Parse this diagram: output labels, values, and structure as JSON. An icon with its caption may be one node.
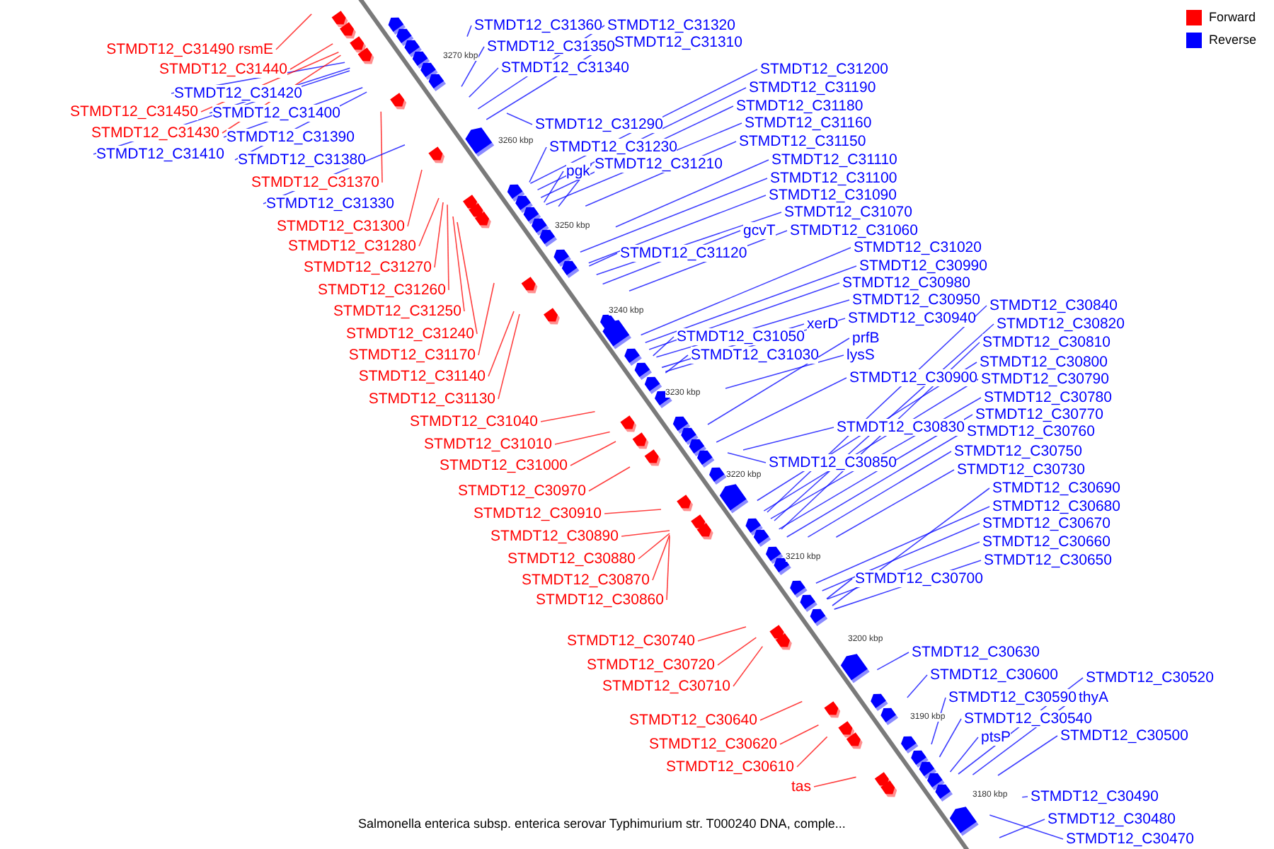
{
  "diagram": {
    "caption": "Salmonella enterica subsp. enterica serovar Typhimurium str. T000240 DNA, comple...",
    "nodes": [
      {
        "text": [
          "STMDT12_C31360"
        ]
      },
      {
        "text": [
          "STMDT12_C31320"
        ]
      },
      {
        "text": [
          "STMDT12_C31350"
        ]
      },
      {
        "text": [
          "STMDT12_C31310"
        ]
      },
      {
        "text": [
          "STMDT12_C31490 rsmE"
        ]
      },
      {
        "text": [
          "STMDT12_C31440"
        ]
      },
      {
        "text": [
          "STMDT12_C31340"
        ]
      },
      {
        "text": [
          "STMDT12_C31200"
        ]
      },
      {
        "text": [
          "STMDT12_C31190"
        ]
      },
      {
        "text": [
          "STMDT12_C31420"
        ]
      },
      {
        "text": [
          "STMDT12_C31180"
        ]
      },
      {
        "text": [
          "STMDT12_C31450"
        ]
      },
      {
        "text": [
          "STMDT12_C31400"
        ]
      },
      {
        "text": [
          "STMDT12_C31290"
        ]
      },
      {
        "text": [
          "STMDT12_C31160"
        ]
      },
      {
        "text": [
          "STMDT12_C31430"
        ]
      },
      {
        "text": [
          "STMDT12_C31390"
        ]
      },
      {
        "text": [
          "STMDT12_C31150"
        ]
      },
      {
        "text": [
          "STMDT12_C31230"
        ]
      },
      {
        "text": [
          "STMDT12_C31410"
        ]
      },
      {
        "text": [
          "STMDT12_C31380"
        ]
      },
      {
        "text": [
          "STMDT12_C31110"
        ]
      },
      {
        "text": [
          "STMDT12_C31210"
        ]
      },
      {
        "text": [
          "pgk"
        ]
      },
      {
        "text": [
          "STMDT12_C31100"
        ]
      },
      {
        "text": [
          "STMDT12_C31370"
        ]
      },
      {
        "text": [
          "STMDT12_C31090"
        ]
      },
      {
        "text": [
          "STMDT12_C31330"
        ]
      },
      {
        "text": [
          "STMDT12_C31070"
        ]
      },
      {
        "text": [
          "STMDT12_C31300"
        ]
      },
      {
        "text": [
          "gcvT"
        ]
      },
      {
        "text": [
          "STMDT12_C31060"
        ]
      },
      {
        "text": [
          "STMDT12_C31280"
        ]
      },
      {
        "text": [
          "STMDT12_C31020"
        ]
      },
      {
        "text": [
          "STMDT12_C31120"
        ]
      },
      {
        "text": [
          "STMDT12_C30990"
        ]
      },
      {
        "text": [
          "STMDT12_C31270"
        ]
      },
      {
        "text": [
          "STMDT12_C30980"
        ]
      },
      {
        "text": [
          "STMDT12_C31260"
        ]
      },
      {
        "text": [
          "STMDT12_C30950"
        ]
      },
      {
        "text": [
          "STMDT12_C30840"
        ]
      },
      {
        "text": [
          "STMDT12_C31250"
        ]
      },
      {
        "text": [
          "STMDT12_C30940"
        ]
      },
      {
        "text": [
          "xerD"
        ]
      },
      {
        "text": [
          "STMDT12_C30820"
        ]
      },
      {
        "text": [
          "STMDT12_C31240"
        ]
      },
      {
        "text": [
          "STMDT12_C31050"
        ]
      },
      {
        "text": [
          "prfB"
        ]
      },
      {
        "text": [
          "STMDT12_C30810"
        ]
      },
      {
        "text": [
          "STMDT12_C31170"
        ]
      },
      {
        "text": [
          "STMDT12_C31030"
        ]
      },
      {
        "text": [
          "lysS"
        ]
      },
      {
        "text": [
          "STMDT12_C30800"
        ]
      },
      {
        "text": [
          "STMDT12_C31140"
        ]
      },
      {
        "text": [
          "STMDT12_C30900"
        ]
      },
      {
        "text": [
          "STMDT12_C30790"
        ]
      },
      {
        "text": [
          "STMDT12_C30780"
        ]
      },
      {
        "text": [
          "STMDT12_C31130"
        ]
      },
      {
        "text": [
          "STMDT12_C30770"
        ]
      },
      {
        "text": [
          "STMDT12_C31040"
        ]
      },
      {
        "text": [
          "STMDT12_C30830"
        ]
      },
      {
        "text": [
          "STMDT12_C30760"
        ]
      },
      {
        "text": [
          "STMDT12_C31010"
        ]
      },
      {
        "text": [
          "STMDT12_C30750"
        ]
      },
      {
        "text": [
          "STMDT12_C30850"
        ]
      },
      {
        "text": [
          "STMDT12_C31000"
        ]
      },
      {
        "text": [
          "STMDT12_C30730"
        ]
      },
      {
        "text": [
          "STMDT12_C30690"
        ]
      },
      {
        "text": [
          "STMDT12_C30970"
        ]
      },
      {
        "text": [
          "STMDT12_C30680"
        ]
      },
      {
        "text": [
          "STMDT12_C30910"
        ]
      },
      {
        "text": [
          "STMDT12_C30670"
        ]
      },
      {
        "text": [
          "STMDT12_C30890"
        ]
      },
      {
        "text": [
          "STMDT12_C30660"
        ]
      },
      {
        "text": [
          "STMDT12_C30880"
        ]
      },
      {
        "text": [
          "STMDT12_C30650"
        ]
      },
      {
        "text": [
          "STMDT12_C30700"
        ]
      },
      {
        "text": [
          "STMDT12_C30870"
        ]
      },
      {
        "text": [
          "STMDT12_C30860"
        ]
      },
      {
        "text": [
          "STMDT12_C30740"
        ]
      },
      {
        "text": [
          "STMDT12_C30630"
        ]
      },
      {
        "text": [
          "STMDT12_C30720"
        ]
      },
      {
        "text": [
          "STMDT12_C30600"
        ]
      },
      {
        "text": [
          "STMDT12_C30520"
        ]
      },
      {
        "text": [
          "STMDT12_C30710"
        ]
      },
      {
        "text": [
          "STMDT12_C30590"
        ]
      },
      {
        "text": [
          "thyA"
        ]
      },
      {
        "text": [
          "STMDT12_C30540"
        ]
      },
      {
        "text": [
          "STMDT12_C30640"
        ]
      },
      {
        "text": [
          "ptsP"
        ]
      },
      {
        "text": [
          "STMDT12_C30500"
        ]
      },
      {
        "text": [
          "STMDT12_C30620"
        ]
      },
      {
        "text": [
          "STMDT12_C30610"
        ]
      },
      {
        "text": [
          "tas"
        ]
      },
      {
        "text": [
          "STMDT12_C30490"
        ]
      },
      {
        "text": [
          "STMDT12_C30480"
        ]
      },
      {
        "text": [
          "STMDT12_C30470"
        ]
      }
    ],
    "edges": [
      {
        "from": 0,
        "to": null,
        "arrow": "none"
      },
      {
        "from": 1,
        "to": null,
        "arrow": "none"
      },
      {
        "from": 2,
        "to": null,
        "arrow": "none"
      },
      {
        "from": 3,
        "to": null,
        "arrow": "none"
      },
      {
        "from": 4,
        "to": null,
        "arrow": "none",
        "color": "#ff0000"
      },
      {
        "from": 5,
        "to": null,
        "arrow": "none",
        "color": "#ff0000"
      },
      {
        "from": 6,
        "to": null,
        "arrow": "none"
      },
      {
        "from": 7,
        "to": null,
        "arrow": "none"
      },
      {
        "from": 8,
        "to": null,
        "arrow": "none"
      },
      {
        "from": 9,
        "to": null,
        "arrow": "none"
      },
      {
        "from": 10,
        "to": null,
        "arrow": "none"
      },
      {
        "from": 11,
        "to": null,
        "arrow": "none",
        "color": "#ff0000"
      },
      {
        "from": 12,
        "to": null,
        "arrow": "none"
      },
      {
        "from": 13,
        "to": null,
        "arrow": "none"
      },
      {
        "from": 14,
        "to": null,
        "arrow": "none"
      },
      {
        "from": 15,
        "to": null,
        "arrow": "none",
        "color": "#ff0000"
      },
      {
        "from": 16,
        "to": null,
        "arrow": "none"
      },
      {
        "from": 17,
        "to": null,
        "arrow": "none"
      },
      {
        "from": 18,
        "to": null,
        "arrow": "none"
      },
      {
        "from": 19,
        "to": null,
        "arrow": "none"
      },
      {
        "from": 20,
        "to": null,
        "arrow": "none"
      },
      {
        "from": 21,
        "to": null,
        "arrow": "none"
      },
      {
        "from": 22,
        "to": null,
        "arrow": "none"
      },
      {
        "from": 23,
        "to": null,
        "arrow": "none"
      },
      {
        "from": 24,
        "to": null,
        "arrow": "none"
      },
      {
        "from": 25,
        "to": null,
        "arrow": "none",
        "color": "#ff0000"
      },
      {
        "from": 26,
        "to": null,
        "arrow": "none"
      },
      {
        "from": 27,
        "to": null,
        "arrow": "none"
      },
      {
        "from": 28,
        "to": null,
        "arrow": "none"
      },
      {
        "from": 29,
        "to": null,
        "arrow": "none",
        "color": "#ff0000"
      },
      {
        "from": 30,
        "to": null,
        "arrow": "none"
      },
      {
        "from": 31,
        "to": null,
        "arrow": "none"
      },
      {
        "from": 32,
        "to": null,
        "arrow": "none",
        "color": "#ff0000"
      },
      {
        "from": 33,
        "to": null,
        "arrow": "none"
      },
      {
        "from": 34,
        "to": null,
        "arrow": "none"
      },
      {
        "from": 35,
        "to": null,
        "arrow": "none"
      },
      {
        "from": 36,
        "to": null,
        "arrow": "none",
        "color": "#ff0000"
      },
      {
        "from": 37,
        "to": null,
        "arrow": "none"
      },
      {
        "from": 38,
        "to": null,
        "arrow": "none",
        "color": "#ff0000"
      },
      {
        "from": 39,
        "to": null,
        "arrow": "none"
      },
      {
        "from": 40,
        "to": null,
        "arrow": "none"
      },
      {
        "from": 41,
        "to": null,
        "arrow": "none",
        "color": "#ff0000"
      },
      {
        "from": 42,
        "to": null,
        "arrow": "none"
      },
      {
        "from": 43,
        "to": null,
        "arrow": "none"
      },
      {
        "from": 44,
        "to": null,
        "arrow": "none"
      },
      {
        "from": 45,
        "to": null,
        "arrow": "none",
        "color": "#ff0000"
      },
      {
        "from": 46,
        "to": null,
        "arrow": "none"
      },
      {
        "from": 47,
        "to": null,
        "arrow": "none"
      },
      {
        "from": 48,
        "to": null,
        "arrow": "none"
      },
      {
        "from": 49,
        "to": null,
        "arrow": "none",
        "color": "#ff0000"
      },
      {
        "from": 50,
        "to": null,
        "arrow": "none"
      },
      {
        "from": 51,
        "to": null,
        "arrow": "none"
      },
      {
        "from": 52,
        "to": null,
        "arrow": "none"
      },
      {
        "from": 53,
        "to": null,
        "arrow": "none",
        "color": "#ff0000"
      },
      {
        "from": 54,
        "to": null,
        "arrow": "none"
      },
      {
        "from": 55,
        "to": null,
        "arrow": "none"
      },
      {
        "from": 56,
        "to": null,
        "arrow": "none"
      },
      {
        "from": 57,
        "to": null,
        "arrow": "none",
        "color": "#ff0000"
      },
      {
        "from": 58,
        "to": null,
        "arrow": "none"
      },
      {
        "from": 59,
        "to": null,
        "arrow": "none",
        "color": "#ff0000"
      },
      {
        "from": 60,
        "to": null,
        "arrow": "none"
      },
      {
        "from": 61,
        "to": null,
        "arrow": "none"
      },
      {
        "from": 62,
        "to": null,
        "arrow": "none",
        "color": "#ff0000"
      },
      {
        "from": 63,
        "to": null,
        "arrow": "none"
      },
      {
        "from": 64,
        "to": null,
        "arrow": "none"
      },
      {
        "from": 65,
        "to": null,
        "arrow": "none",
        "color": "#ff0000"
      },
      {
        "from": 66,
        "to": null,
        "arrow": "none"
      },
      {
        "from": 67,
        "to": null,
        "arrow": "none"
      },
      {
        "from": 68,
        "to": null,
        "arrow": "none",
        "color": "#ff0000"
      },
      {
        "from": 69,
        "to": null,
        "arrow": "none"
      },
      {
        "from": 70,
        "to": null,
        "arrow": "none",
        "color": "#ff0000"
      },
      {
        "from": 71,
        "to": null,
        "arrow": "none"
      },
      {
        "from": 72,
        "to": null,
        "arrow": "none",
        "color": "#ff0000"
      },
      {
        "from": 73,
        "to": null,
        "arrow": "none"
      },
      {
        "from": 74,
        "to": null,
        "arrow": "none",
        "color": "#ff0000"
      },
      {
        "from": 75,
        "to": null,
        "arrow": "none"
      },
      {
        "from": 76,
        "to": null,
        "arrow": "none"
      },
      {
        "from": 77,
        "to": null,
        "arrow": "none",
        "color": "#ff0000"
      },
      {
        "from": 78,
        "to": null,
        "arrow": "none",
        "color": "#ff0000"
      },
      {
        "from": 79,
        "to": null,
        "arrow": "none",
        "color": "#ff0000"
      },
      {
        "from": 80,
        "to": null,
        "arrow": "none"
      },
      {
        "from": 81,
        "to": null,
        "arrow": "none",
        "color": "#ff0000"
      },
      {
        "from": 82,
        "to": null,
        "arrow": "none"
      },
      {
        "from": 83,
        "to": null,
        "arrow": "none"
      },
      {
        "from": 84,
        "to": null,
        "arrow": "none",
        "color": "#ff0000"
      },
      {
        "from": 85,
        "to": null,
        "arrow": "none"
      },
      {
        "from": 86,
        "to": null,
        "arrow": "none"
      },
      {
        "from": 87,
        "to": null,
        "arrow": "none"
      },
      {
        "from": 88,
        "to": null,
        "arrow": "none",
        "color": "#ff0000"
      },
      {
        "from": 89,
        "to": null,
        "arrow": "none"
      },
      {
        "from": 90,
        "to": null,
        "arrow": "none"
      },
      {
        "from": 91,
        "to": null,
        "arrow": "none",
        "color": "#ff0000"
      },
      {
        "from": 92,
        "to": null,
        "arrow": "none",
        "color": "#ff0000"
      },
      {
        "from": 93,
        "to": null,
        "arrow": "none",
        "color": "#ff0000"
      },
      {
        "from": 94,
        "to": null,
        "arrow": "none"
      },
      {
        "from": 95,
        "to": null,
        "arrow": "none"
      },
      {
        "from": 96,
        "to": null,
        "arrow": "none"
      }
    ],
    "labels": [
      "3270 kbp",
      "3260 kbp",
      "3250 kbp",
      "3240 kbp",
      "3230 kbp",
      "3220 kbp",
      "3210 kbp",
      "3200 kbp",
      "3190 kbp",
      "3180 kbp"
    ],
    "legend": [
      {
        "text": "Forward",
        "color": "#ff0000"
      },
      {
        "text": "Reverse",
        "color": "#0000ff"
      }
    ]
  }
}
